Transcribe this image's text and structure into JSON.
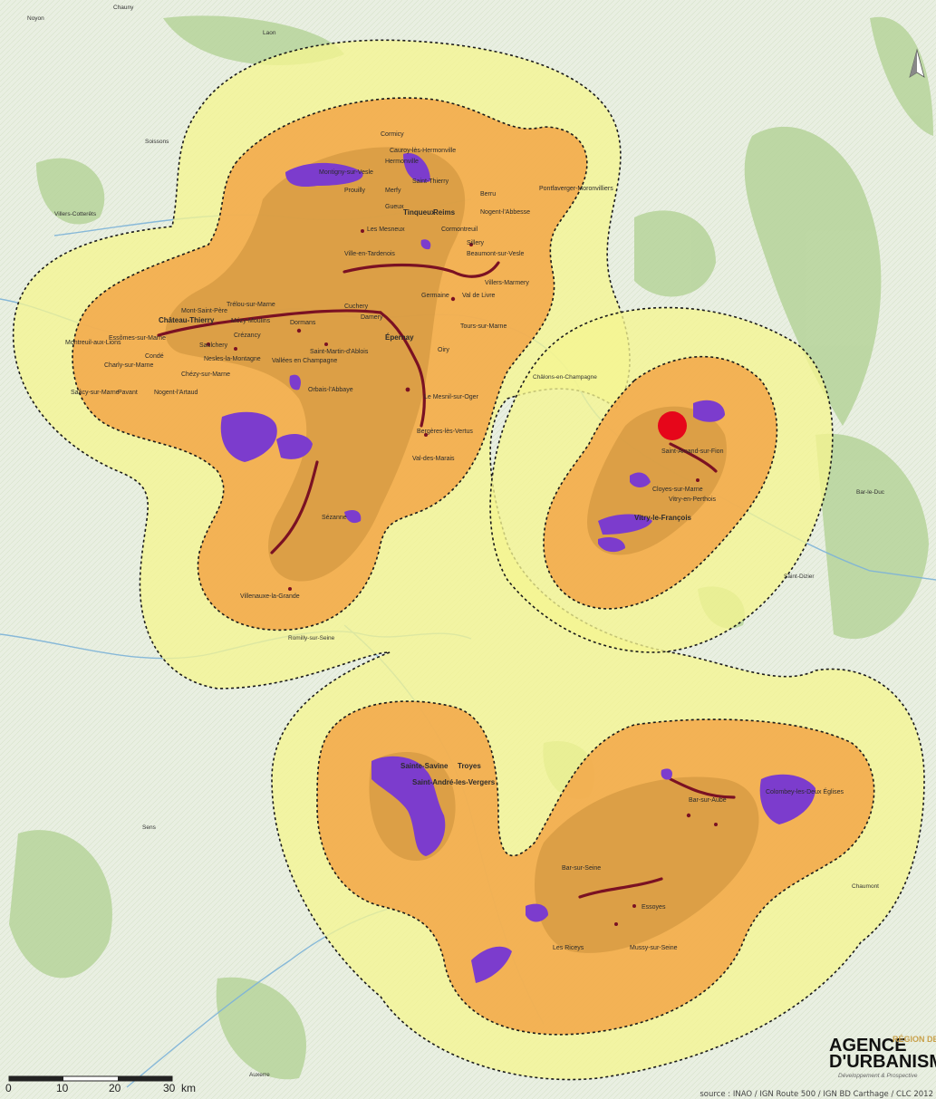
{
  "colors": {
    "base": "#e9efe2",
    "forest": "#b6d39a",
    "river": "#7db3d8",
    "buffer_outer": "#f5f591",
    "buffer_inner": "#f3a94a",
    "zone_core": "#c98f3a",
    "vineyard": "#7a1123",
    "violet_zone": "#7c3ccd",
    "marker": "#e6061a"
  },
  "places_inner": [
    "Cormicy",
    "Cauroy-lès-Hermonville",
    "Hermonville",
    "Montigny-sur-Vesle",
    "Saint-Thierry",
    "Prouilly",
    "Merfy",
    "Berru",
    "Pontfaverger-Moronvilliers",
    "Gueux",
    "Tinqueux",
    "Reims",
    "Nogent-l'Abbesse",
    "Cormontreuil",
    "Les Mesneux",
    "Sillery",
    "Beaumont-sur-Vesle",
    "Ville-en-Tardenois",
    "Villers-Marmery",
    "Germaine",
    "Val de Livre",
    "Mont-Saint-Père",
    "Château-Thierry",
    "Trélou-sur-Marne",
    "Mézy-Moulins",
    "Dormans",
    "Cuchery",
    "Damery",
    "Épernay",
    "Essômes-sur-Marne",
    "Montreuil-aux-Lions",
    "Crézancy",
    "Condé",
    "Charly-sur-Marne",
    "Chézy-sur-Marne",
    "Nesles-la-Montagne",
    "Saint-Martin-d'Ablois",
    "Vallées en Champagne",
    "Saulchery",
    "Tours-sur-Marne",
    "Oiry",
    "Orbais-l'Abbaye",
    "Nogent-l'Artaud",
    "Saâcy-sur-Marne",
    "Pavant",
    "Le Mesnil-sur-Oger",
    "Bergères-lès-Vertus",
    "Val-des-Marais",
    "Sézanne",
    "Villenauxe-la-Grande",
    "Saint-Amand-sur-Fion",
    "Cloyes-sur-Marne",
    "Vitry-en-Perthois",
    "Vitry-le-François",
    "Sainte-Savine",
    "Troyes",
    "Saint-André-les-Vergers",
    "Bar-sur-Aube",
    "Colombey-les-Deux Églises",
    "Bar-sur-Seine",
    "Essoyes",
    "Les Riceys",
    "Mussy-sur-Seine"
  ],
  "places_outer": [
    "Noyon",
    "Chauny",
    "Laon",
    "Soissons",
    "Villers-Cotterêts",
    "Châlons-en-Champagne",
    "Bar-le-Duc",
    "Saint-Dizier",
    "Chaumont",
    "Sens",
    "Romilly-sur-Seine",
    "Auxerre"
  ],
  "scale": {
    "ticks": [
      "0",
      "10",
      "20",
      "30"
    ],
    "unit": "km"
  },
  "logo": {
    "line1": "AGENCE",
    "line2": "D'URBANISME",
    "line3": "RÉGION DE REIMS",
    "line4": "Développement & Prospective"
  },
  "credits": "source : INAO / IGN Route 500 / IGN BD Carthage / CLC 2012",
  "north_arrow": "north-arrow-icon"
}
